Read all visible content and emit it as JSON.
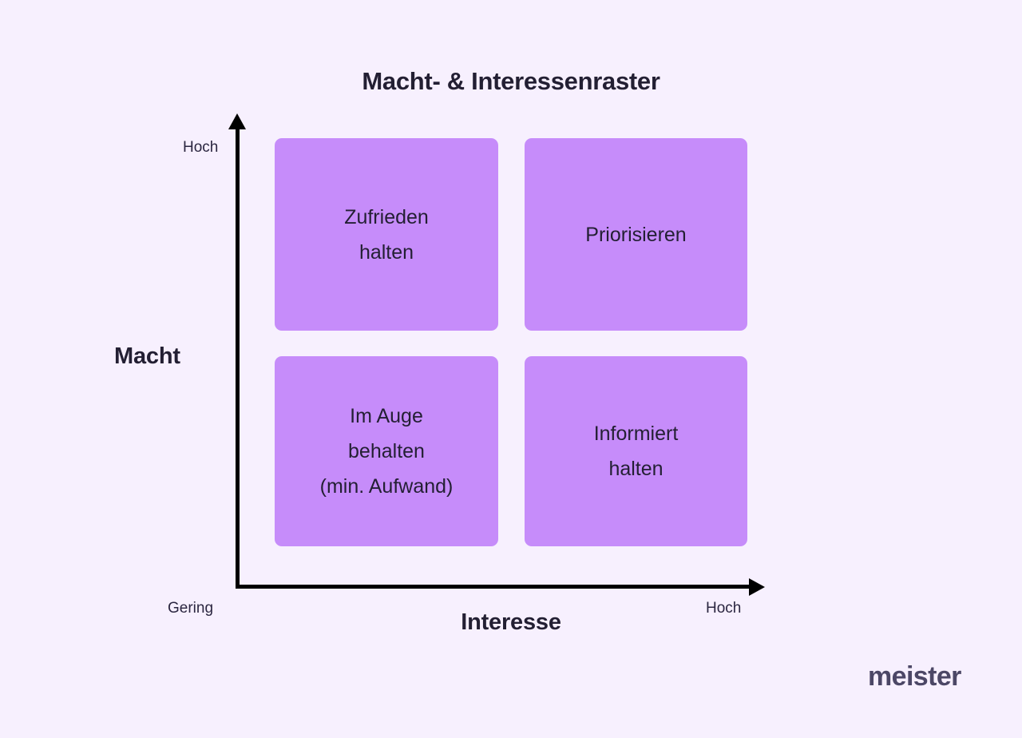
{
  "chart_data": {
    "type": "matrix",
    "title": "Macht- & Interessenraster",
    "xlabel": "Interesse",
    "ylabel": "Macht",
    "x_ticks": [
      "Gering",
      "Hoch"
    ],
    "y_ticks": [
      "Hoch"
    ],
    "grid": false,
    "legend": "none",
    "quadrant_color": "#c68cfa",
    "background_color": "#f7f0fe",
    "text_color": "#231f33",
    "quadrants": [
      {
        "id": "top-left",
        "label": "Zufrieden\nhalten",
        "power": "Hoch",
        "interest": "Gering"
      },
      {
        "id": "top-right",
        "label": "Priorisieren",
        "power": "Hoch",
        "interest": "Hoch"
      },
      {
        "id": "bottom-left",
        "label": "Im Auge\nbehalten\n(min. Aufwand)",
        "power": "Gering",
        "interest": "Gering"
      },
      {
        "id": "bottom-right",
        "label": "Informiert\nhalten",
        "power": "Gering",
        "interest": "Hoch"
      }
    ]
  },
  "brand": {
    "logo_text": "meister"
  }
}
